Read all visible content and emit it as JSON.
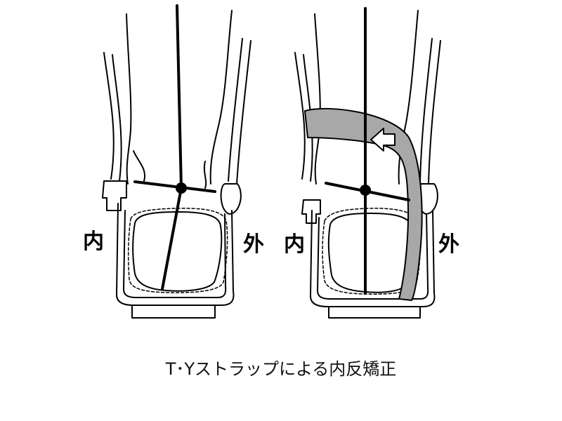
{
  "labels": {
    "inner": "内",
    "outer": "外"
  },
  "caption": "T･Yストラップによる内反矯正",
  "colors": {
    "line": "#000000",
    "strap_fill": "#a8a8a8",
    "background": "#ffffff"
  },
  "icons": [
    "arrow-left-icon"
  ]
}
